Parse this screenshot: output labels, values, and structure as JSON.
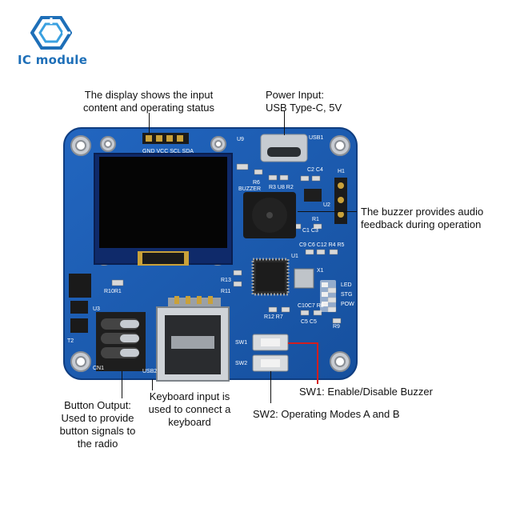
{
  "brand": {
    "name": "IC module",
    "icon": "hexagon-logo-icon",
    "color": "#1e6fb8"
  },
  "annotations": {
    "display": [
      "The display shows the input",
      "content and operating status"
    ],
    "power": [
      "Power Input:",
      "USB Type-C, 5V"
    ],
    "buzzer": [
      "The buzzer provides audio",
      "feedback during operation"
    ],
    "sw1": "SW1: Enable/Disable Buzzer",
    "sw2": "SW2: Operating Modes A and B",
    "keyboard": [
      "Keyboard input is",
      "used to connect a",
      "keyboard"
    ],
    "button": [
      "Button Output:",
      "Used to provide",
      "button signals to",
      "the radio"
    ]
  },
  "silkscreen": {
    "oled_pins": "GND VCC SCL SDA",
    "u9": "U9",
    "usb1": "USB1",
    "buzzer": "BUZZER",
    "r3r2": "R3 U8 R2",
    "c2c4": "C2 C4",
    "h1": "H1",
    "u2": "U2",
    "r1": "R1",
    "c1c3": "C1 C3",
    "r6": "R6",
    "caps": "C9 C6 C12 R4 R5",
    "u1": "U1",
    "x1": "X1",
    "r10": "R10R1",
    "r13": "R13",
    "r11": "R11",
    "r12r7": "R12 R7",
    "c10": "C10C7 R8",
    "c5": "C5 C5",
    "r9": "R9",
    "u3": "U3",
    "t2": "T2",
    "cn1": "CN1",
    "usb2": "USB2",
    "sw1": "SW1",
    "sw2": "SW2",
    "led": "LED",
    "stg": "STG",
    "pow": "POW"
  },
  "colors": {
    "pcb": "#1a5fb4",
    "pcb_edge": "#0f3d80",
    "leader_red": "#d21e1e"
  }
}
